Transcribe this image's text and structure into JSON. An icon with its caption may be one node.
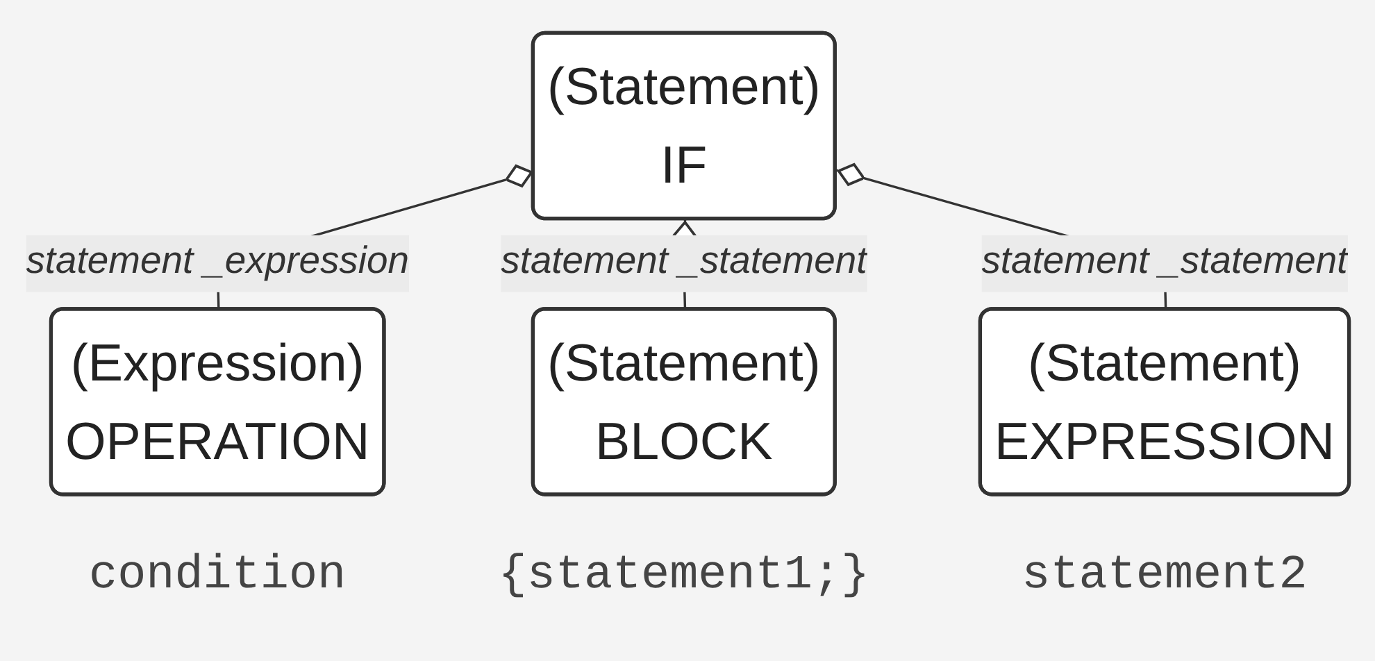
{
  "diagram": {
    "nodes": [
      {
        "text": [
          "(Statement)",
          "IF"
        ]
      },
      {
        "text": [
          "(Expression)",
          "OPERATION"
        ],
        "beside": [
          "condition"
        ]
      },
      {
        "text": [
          "(Statement)",
          "BLOCK"
        ],
        "beside": [
          "{statement1;}"
        ]
      },
      {
        "text": [
          "(Statement)",
          "EXPRESSION"
        ],
        "beside": [
          "statement2"
        ]
      }
    ],
    "edges": [
      {
        "from": 0,
        "to": 1,
        "arrow": "other",
        "label": "statement _expression"
      },
      {
        "from": 0,
        "to": 2,
        "arrow": "other",
        "label": "statement _statement"
      },
      {
        "from": 0,
        "to": 3,
        "arrow": "other",
        "label": "statement _statement"
      }
    ]
  }
}
